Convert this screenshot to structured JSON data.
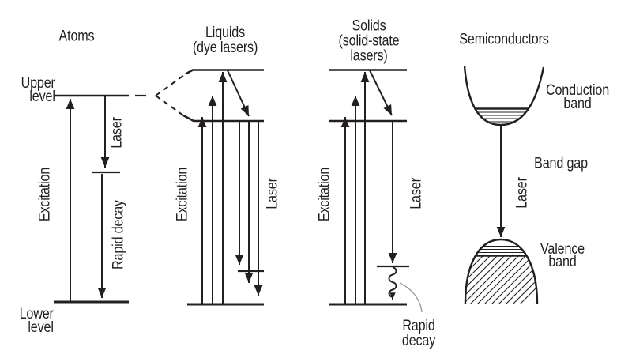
{
  "colors": {
    "ink": "#231f20",
    "pointer_line": "#9a9a9a",
    "background": "#ffffff"
  },
  "atoms": {
    "title": "Atoms",
    "upper_level": [
      "Upper",
      "level"
    ],
    "lower_level": [
      "Lower",
      "level"
    ],
    "excitation": "Excitation",
    "laser": "Laser",
    "rapid_decay": "Rapid decay"
  },
  "liquids": {
    "title": [
      "Liquids",
      "(dye lasers)"
    ],
    "excitation": "Excitation",
    "laser": "Laser"
  },
  "solids": {
    "title": [
      "Solids",
      "(solid-state",
      "lasers)"
    ],
    "excitation": "Excitation",
    "laser": "Laser",
    "rapid_decay": [
      "Rapid",
      "decay"
    ]
  },
  "semiconductors": {
    "title": "Semiconductors",
    "conduction_band": [
      "Conduction",
      "band"
    ],
    "band_gap": "Band gap",
    "laser": "Laser",
    "valence_band": [
      "Valence",
      "band"
    ]
  }
}
